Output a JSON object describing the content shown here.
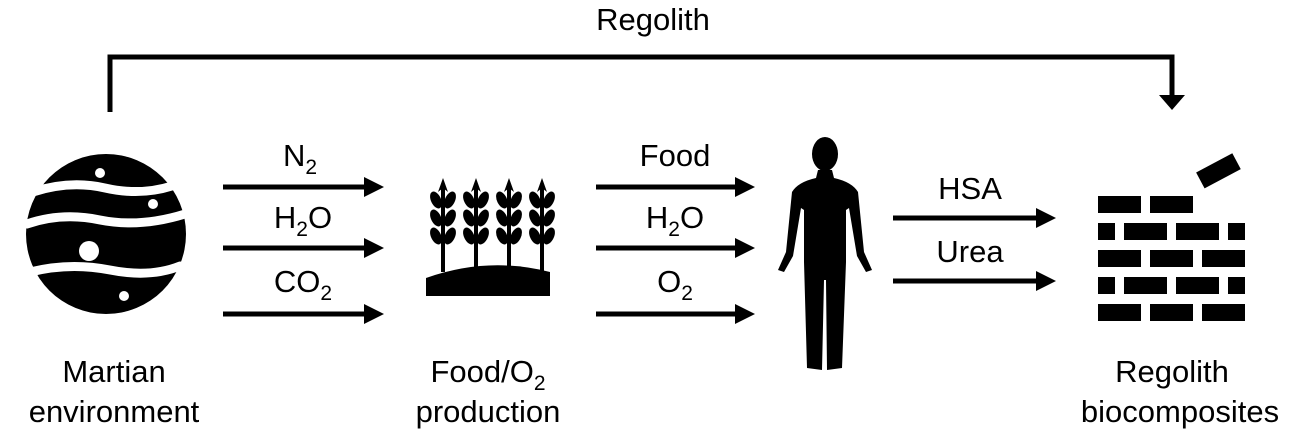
{
  "top_arrow": {
    "label": "Regolith"
  },
  "nodes": {
    "mars": {
      "line1": "Martian",
      "line2": "environment",
      "icon": "planet-icon"
    },
    "crops": {
      "line1_pre": "Food/O",
      "line1_sub": "2",
      "line2": "production",
      "icon": "wheat-icon"
    },
    "human": {
      "icon": "human-figure-icon"
    },
    "bricks": {
      "line1": "Regolith",
      "line2": "biocomposites",
      "icon": "brick-wall-icon"
    }
  },
  "flows": {
    "mars_to_crops": [
      {
        "main": "N",
        "sub": "2",
        "tail": ""
      },
      {
        "main": "H",
        "sub": "2",
        "tail": "O"
      },
      {
        "main": "CO",
        "sub": "2",
        "tail": ""
      }
    ],
    "crops_to_human": [
      {
        "main": "Food",
        "sub": "",
        "tail": ""
      },
      {
        "main": "H",
        "sub": "2",
        "tail": "O"
      },
      {
        "main": "O",
        "sub": "2",
        "tail": ""
      }
    ],
    "human_to_bricks": [
      {
        "main": "HSA",
        "sub": "",
        "tail": ""
      },
      {
        "main": "Urea",
        "sub": "",
        "tail": ""
      }
    ]
  },
  "colors": {
    "ink": "#000000",
    "background": "#ffffff"
  }
}
